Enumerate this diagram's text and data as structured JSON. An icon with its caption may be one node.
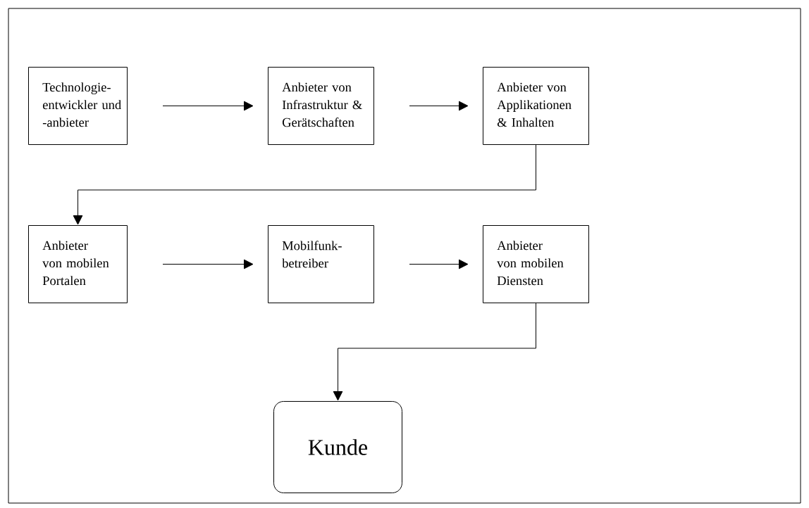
{
  "diagram": {
    "nodes": [
      {
        "text": [
          "Technologie- entwickler und -anbieter"
        ]
      },
      {
        "text": [
          "Anbieter von Infrastruktur & Gerätschaften"
        ]
      },
      {
        "text": [
          "Anbieter von Applikationen & Inhalten"
        ]
      },
      {
        "text": [
          "Anbieter von mobilen Portalen"
        ]
      },
      {
        "text": [
          "Mobilfunk- betreiber"
        ]
      },
      {
        "text": [
          "Anbieter von mobilen Diensten"
        ]
      },
      {
        "text": [
          "Kunde"
        ]
      }
    ],
    "edges": [
      {
        "from": 0,
        "to": 1,
        "arrow": "to"
      },
      {
        "from": 1,
        "to": 2,
        "arrow": "to"
      },
      {
        "from": 2,
        "to": 3,
        "arrow": "to"
      },
      {
        "from": 3,
        "to": 4,
        "arrow": "to"
      },
      {
        "from": 4,
        "to": 5,
        "arrow": "to"
      },
      {
        "from": 5,
        "to": 6,
        "arrow": "to"
      }
    ]
  }
}
